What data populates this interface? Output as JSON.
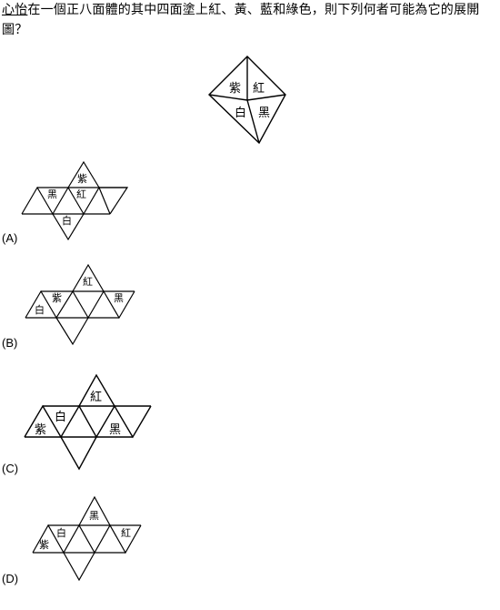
{
  "question": {
    "name": "心怡",
    "text": "在一個正八面體的其中四面塗上紅、黃、藍和綠色，則下列何者可能為它的展開圖？"
  },
  "faces": {
    "purple": "紫",
    "red": "紅",
    "white": "白",
    "black": "黑"
  },
  "options": [
    {
      "label": "(A)"
    },
    {
      "label": "(B)"
    },
    {
      "label": "(C)"
    },
    {
      "label": "(D)"
    }
  ]
}
